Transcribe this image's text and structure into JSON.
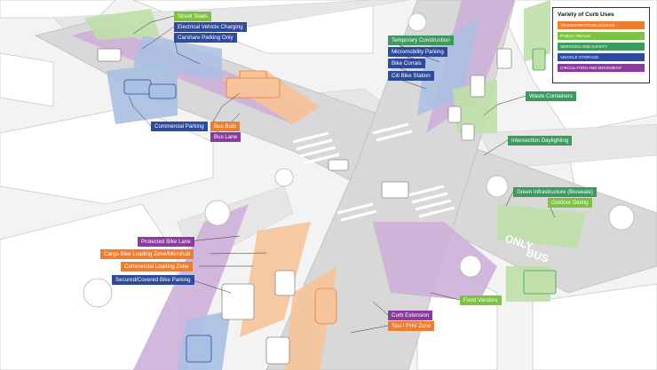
{
  "colors": {
    "transportation_access": "#f07c2e",
    "public_realm": "#7dc242",
    "services_and_safety": "#3c9a5f",
    "vehicle_storage": "#2e4a9a",
    "circulation_and_movement": "#8a3c9c",
    "purple_zone": "#cdb0d8",
    "orange_zone": "#f6c49a",
    "blue_zone": "#a9c0e2",
    "green_zone": "#bfe0a8"
  },
  "legend": {
    "title": "Variety of Curb Uses",
    "items": [
      {
        "label": "TRANSPORTATION ACCESS",
        "color": "#f07c2e"
      },
      {
        "label": "PUBLIC REALM",
        "color": "#7dc242"
      },
      {
        "label": "SERVICES AND SAFETY",
        "color": "#3c9a5f"
      },
      {
        "label": "VEHICLE STORAGE",
        "color": "#2e4a9a"
      },
      {
        "label": "CIRCULATION AND MOVEMENT",
        "color": "#8a3c9c"
      }
    ]
  },
  "road_markings": [
    "ONLY",
    "BUS"
  ],
  "callouts": [
    {
      "label": "Street Seats",
      "color": "#7dc242"
    },
    {
      "label": "Electrical Vehicle Charging",
      "color": "#2e4a9a"
    },
    {
      "label": "Carshare Parking Only",
      "color": "#2e4a9a"
    },
    {
      "label": "Commercial Parking",
      "color": "#2e4a9a"
    },
    {
      "label": "Bus Bulb",
      "color": "#f07c2e"
    },
    {
      "label": "Bus Lane",
      "color": "#8a3c9c"
    },
    {
      "label": "Temporary Construction",
      "color": "#3c9a5f"
    },
    {
      "label": "Micromobility Parking",
      "color": "#2e4a9a"
    },
    {
      "label": "Bike Corrals",
      "color": "#2e4a9a"
    },
    {
      "label": "Citi Bike Station",
      "color": "#2e4a9a"
    },
    {
      "label": "Waste Containers",
      "color": "#3c9a5f"
    },
    {
      "label": "Intersection Daylighting",
      "color": "#3c9a5f"
    },
    {
      "label": "Green Infrastructure (Bioswale)",
      "color": "#3c9a5f"
    },
    {
      "label": "Outdoor Dining",
      "color": "#7dc242"
    },
    {
      "label": "Protected Bike Lane",
      "color": "#8a3c9c"
    },
    {
      "label": "Cargo Bike Loading Zone/Microhub",
      "color": "#f07c2e"
    },
    {
      "label": "Commercial Loading Zone",
      "color": "#f07c2e"
    },
    {
      "label": "Secured/Covered Bike Parking",
      "color": "#2e4a9a"
    },
    {
      "label": "Food Vendors",
      "color": "#7dc242"
    },
    {
      "label": "Curb Extension",
      "color": "#8a3c9c"
    },
    {
      "label": "Taxi / FHV Zone",
      "color": "#f07c2e"
    }
  ]
}
